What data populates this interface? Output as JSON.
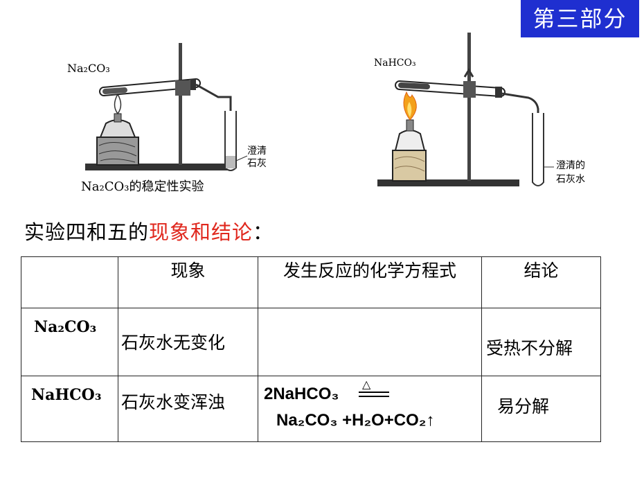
{
  "badge": "第三部分",
  "figure1": {
    "reagent": "Na₂CO₃",
    "water_label_1": "澄清的",
    "water_label_2": "石灰水",
    "caption": "Na₂CO₃的稳定性实验"
  },
  "figure2": {
    "reagent": "NaHCO₃",
    "water_label_1": "澄清的",
    "water_label_2": "石灰水"
  },
  "heading": {
    "prefix": "实验四和五的",
    "highlight": "现象和结论",
    "suffix": "："
  },
  "table": {
    "headers": [
      "",
      "现象",
      "发生反应的化学方程式",
      "结论"
    ],
    "rows": [
      {
        "substance": "Na₂CO₃",
        "phenomenon": "石灰水无变化",
        "equation_line1": "",
        "equation_line2": "",
        "conclusion": "受热不分解"
      },
      {
        "substance": "NaHCO₃",
        "phenomenon": "石灰水变浑浊",
        "equation_line1": "2NaHCO₃",
        "heat_symbol": "△",
        "equation_line2": "Na₂CO₃ +H₂O+CO₂↑",
        "conclusion": "易分解"
      }
    ]
  }
}
